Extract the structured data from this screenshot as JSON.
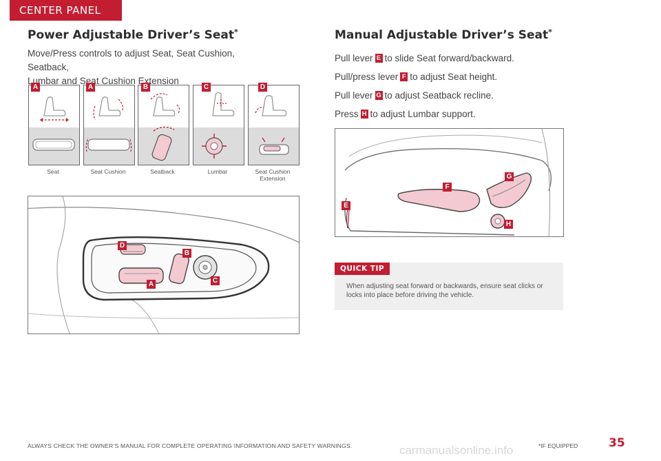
{
  "section_tab": "CENTER PANEL",
  "power": {
    "title": "Power Adjustable Driver’s Seat",
    "title_mark": "*",
    "intro_line1": "Move/Press controls to adjust Seat, Seat Cushion, Seatback,",
    "intro_line2": "Lumbar and Seat Cushion Extension",
    "thumbs": [
      {
        "letter": "A",
        "caption": "Seat"
      },
      {
        "letter": "A",
        "caption": "Seat Cushion"
      },
      {
        "letter": "B",
        "caption": "Seatback"
      },
      {
        "letter": "C",
        "caption": "Lumbar"
      },
      {
        "letter": "D",
        "caption_line1": "Seat Cushion",
        "caption_line2": "Extension"
      }
    ],
    "photo_labels": {
      "a": "A",
      "b": "B",
      "c": "C",
      "d": "D"
    }
  },
  "manual": {
    "title": "Manual Adjustable Driver’s Seat",
    "title_mark": "*",
    "steps": [
      {
        "pre": "Pull lever",
        "letter": "E",
        "post": "to slide Seat forward/backward."
      },
      {
        "pre": "Pull/press lever",
        "letter": "F",
        "post": "to adjust Seat height."
      },
      {
        "pre": "Pull lever",
        "letter": "G",
        "post": "to adjust Seatback recline."
      },
      {
        "pre": "Press",
        "letter": "H",
        "post": "to adjust Lumbar support."
      }
    ],
    "photo_labels": {
      "e": "E",
      "f": "F",
      "g": "G",
      "h": "H"
    }
  },
  "quick_tip": {
    "label": "QUICK TIP",
    "text": "When adjusting seat forward or backwards, ensure seat clicks or locks into place before driving the vehicle."
  },
  "footer": {
    "warning": "ALWAYS CHECK THE OWNER’S MANUAL FOR COMPLETE OPERATING INFORMATION AND SAFETY WARNINGS.",
    "if_equipped": "*IF EQUIPPED",
    "page_number": "35",
    "watermark": "carmanualsonline.info"
  },
  "colors": {
    "accent": "#c21d31",
    "highlight": "#f3c9d2",
    "panel": "#dcdcdc",
    "tip_bg": "#efefef"
  }
}
